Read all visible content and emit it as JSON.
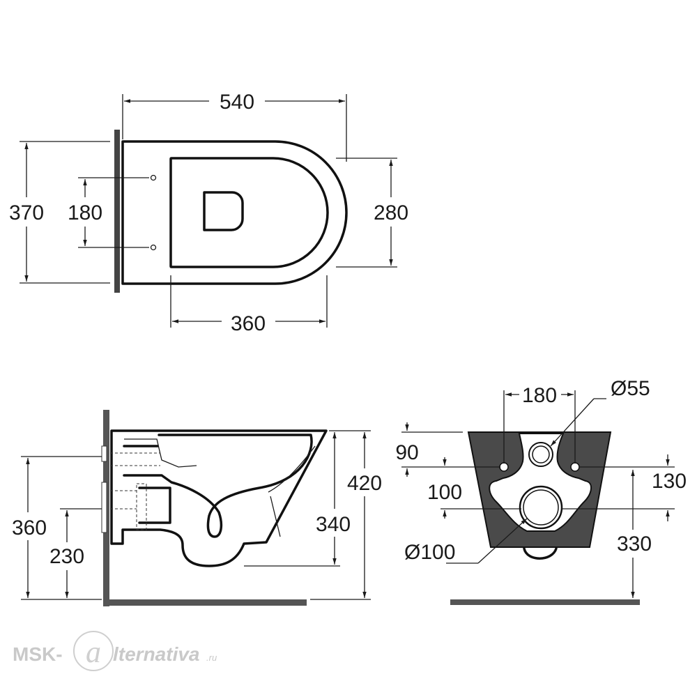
{
  "top_view": {
    "dims": {
      "length": "540",
      "width": "370",
      "bolt_spacing": "180",
      "seat_width": "280",
      "seat_length": "360"
    }
  },
  "side_view": {
    "dims": {
      "total_height": "420",
      "bowl_depth": "340",
      "mount_height": "360",
      "drain_height": "230"
    }
  },
  "rear_view": {
    "dims": {
      "bolt_spacing": "180",
      "inlet_diameter": "Ø55",
      "inlet_offset": "90",
      "outlet_offset": "100",
      "side_height": "130",
      "outlet_height": "330",
      "outlet_diameter": "Ø100"
    }
  },
  "watermark": {
    "prefix": "MSK-",
    "suffix": "lternativa",
    "domain": ".ru"
  }
}
